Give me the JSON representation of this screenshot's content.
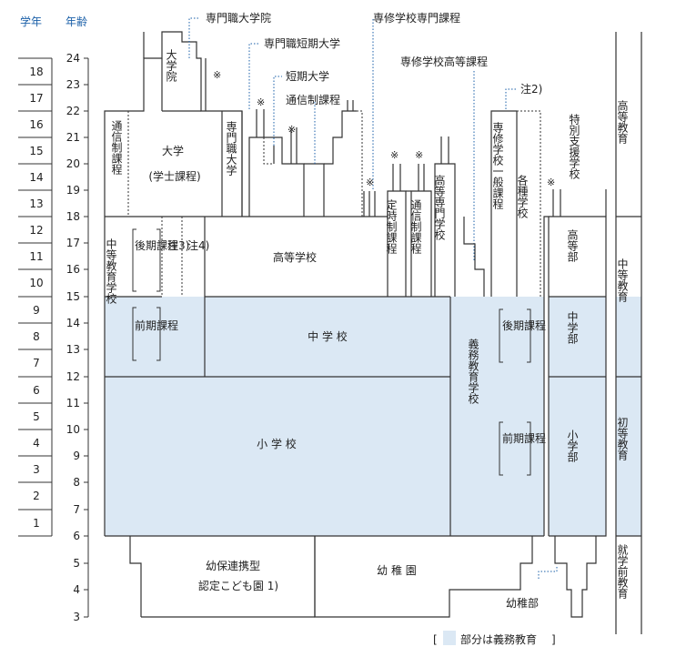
{
  "header": {
    "grade": "学年",
    "age": "年齢"
  },
  "grades": [
    "18",
    "17",
    "16",
    "15",
    "14",
    "13",
    "12",
    "11",
    "10",
    "9",
    "8",
    "7",
    "6",
    "5",
    "4",
    "3",
    "2",
    "1"
  ],
  "ages": [
    "24",
    "23",
    "22",
    "21",
    "20",
    "19",
    "18",
    "17",
    "16",
    "15",
    "14",
    "13",
    "12",
    "11",
    "10",
    "9",
    "8",
    "7",
    "6",
    "5",
    "4",
    "3"
  ],
  "callouts": {
    "senmon_shoku_daigakuin": "専門職大学院",
    "senmon_shoku_tanki": "専門職短期大学",
    "tanki_daigaku": "短期大学",
    "tsushinsei_katei": "通信制課程",
    "senshu_senmon": "専修学校専門課程",
    "senshu_koto": "専修学校高等課程",
    "note2": "注2)",
    "yochibu_callout": "幼稚部"
  },
  "labels": {
    "daigakuin": "大学院",
    "daigaku": "大学",
    "gakushi": "(学士課程)",
    "tsushin_v": "通信制課程",
    "senmon_shoku_daigaku": "専門職大学",
    "kome": "※",
    "koto_gakko": "高等学校",
    "teijisei": "定時制課程",
    "tsushinsei": "通信制課程",
    "koto_senmon": "高等専門学校",
    "senshu_ippan": "専修学校一般課程",
    "kakushu": "各種学校",
    "tokubetsu": "特別支援学校",
    "kotobu": "高等部",
    "chugakubu": "中学部",
    "shogakubu": "小学部",
    "chuto_kyoiku_gakko": "中等教育学校",
    "kouki_katei": "後期課程",
    "zenki_katei": "前期課程",
    "note3": "注3)",
    "note4": "注4)",
    "chugakko": "中 学 校",
    "shogakko": "小 学 校",
    "gimu_kyoiku_gakko": "義務教育学校",
    "gimu_kouki": "後期課程",
    "gimu_zenki": "前期課程",
    "yoho_line1": "幼保連携型",
    "yoho_line2": "認定こども園 1)",
    "yochien": "幼 稚 園"
  },
  "stages": {
    "koto": "高等教育",
    "chuto": "中等教育",
    "shoto": "初等教育",
    "shugakumae": "就学前教育"
  },
  "legend": "部分は義務教育",
  "legend_bracket_open": "[",
  "legend_bracket_close": "]",
  "colors": {
    "compulsory_shade": "#dbe8f4",
    "header_blue": "#1a5fa8"
  }
}
